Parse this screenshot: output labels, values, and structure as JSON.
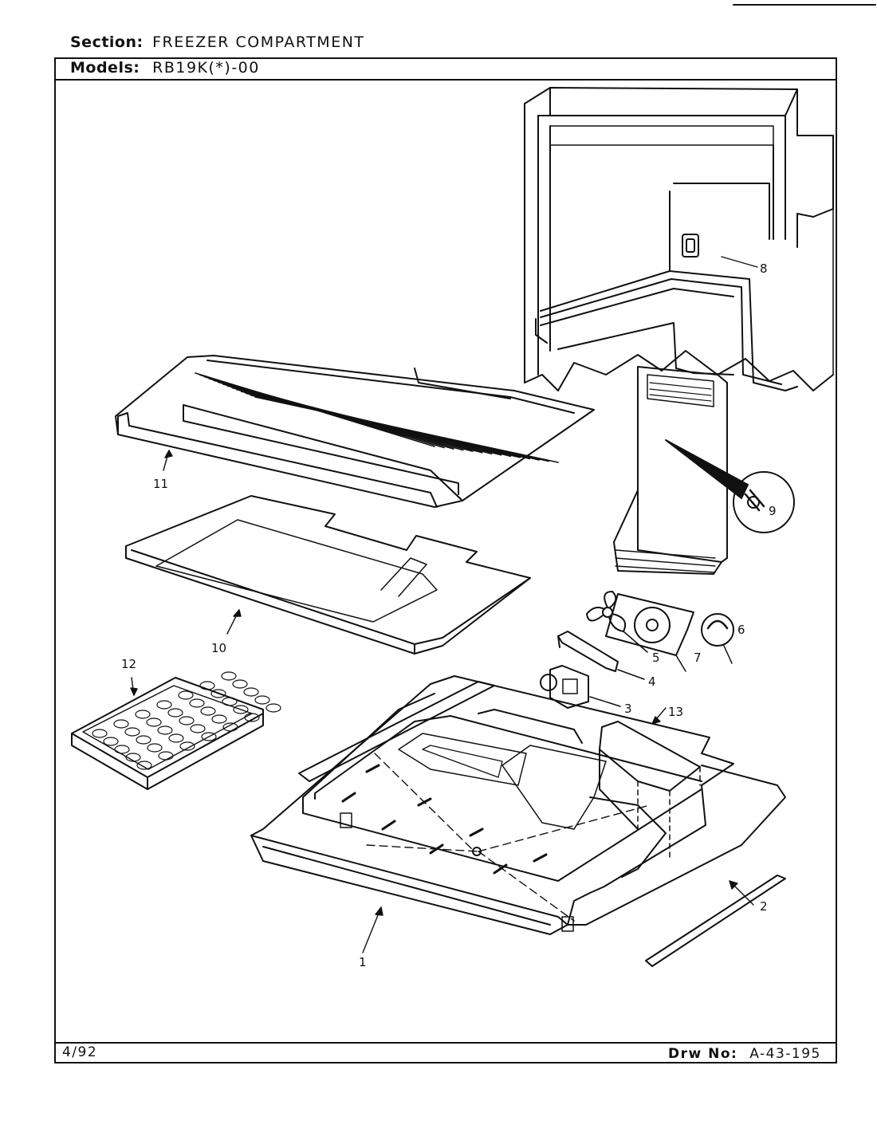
{
  "header": {
    "section_label": "Section:",
    "section_value": "FREEZER COMPARTMENT",
    "models_label": "Models:",
    "models_value": "RB19K(*)-00"
  },
  "footer": {
    "date": "4/92",
    "drawing_label": "Drw No:",
    "drawing_number": "A-43-195"
  },
  "callouts": {
    "c1": "1",
    "c2": "2",
    "c3": "3",
    "c4": "4",
    "c5": "5",
    "c6": "6",
    "c7": "7",
    "c8": "8",
    "c9": "9",
    "c10": "10",
    "c11": "11",
    "c12": "12",
    "c13": "13"
  }
}
